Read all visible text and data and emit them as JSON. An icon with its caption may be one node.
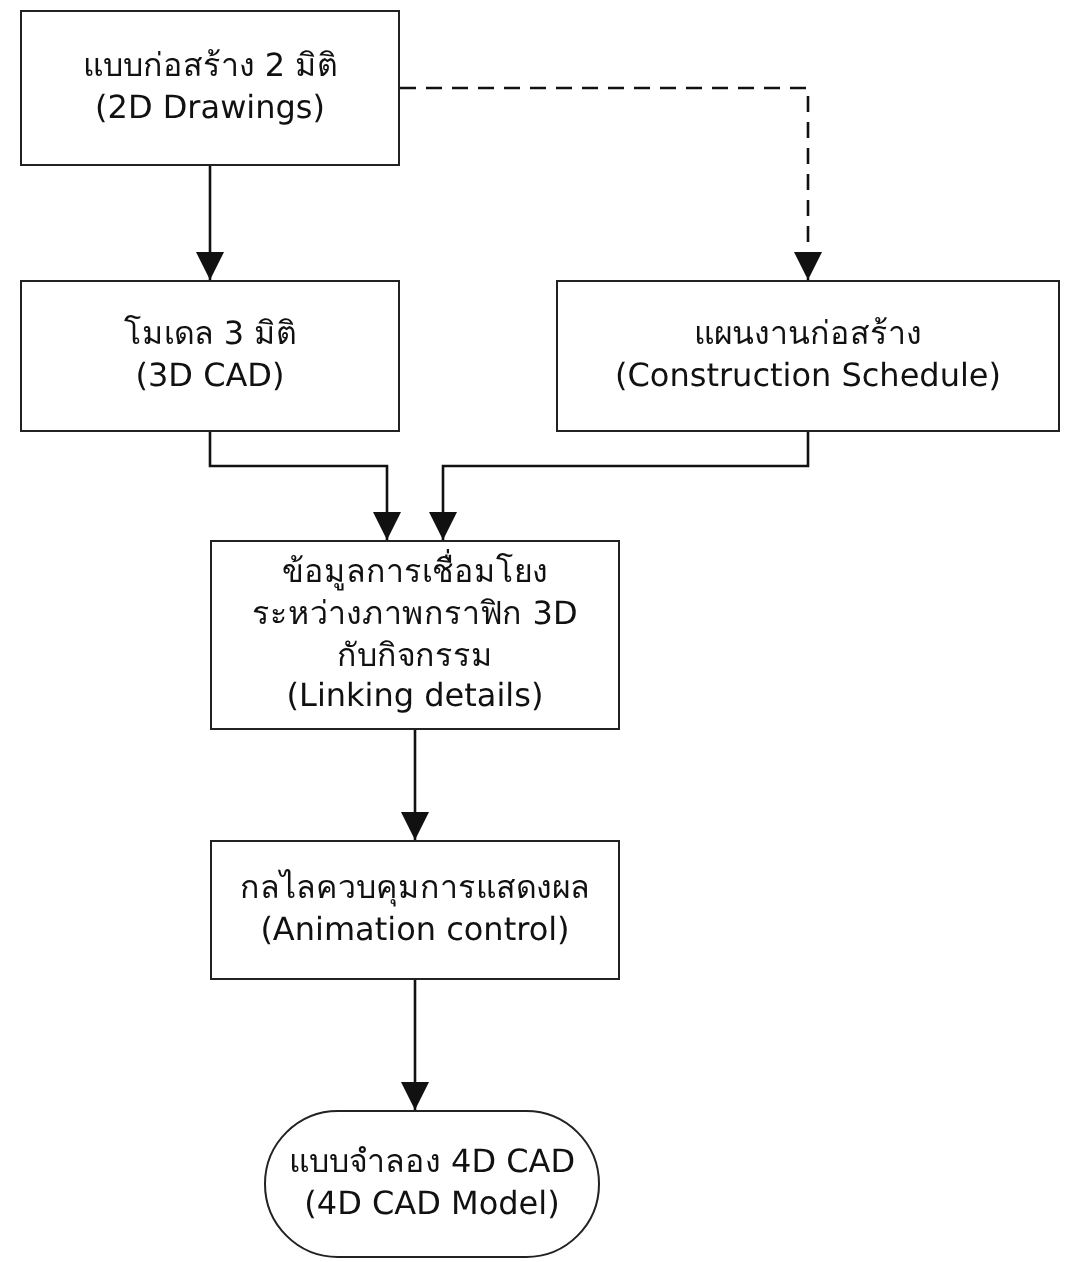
{
  "diagram": {
    "nodes": [
      {
        "text": [
          "แบบก่อสร้าง 2 มิติ",
          "(2D Drawings)"
        ]
      },
      {
        "text": [
          "โมเดล 3 มิติ",
          "(3D CAD)"
        ]
      },
      {
        "text": [
          "แผนงานก่อสร้าง",
          "(Construction Schedule)"
        ]
      },
      {
        "text": [
          "ข้อมูลการเชื่อมโยงระหว่างภาพกราฟิก 3D กับกิจกรรม",
          "(Linking details)"
        ]
      },
      {
        "text": [
          "กลไลควบคุมการแสดงผล",
          "(Animation control)"
        ]
      },
      {
        "text": [
          "แบบจำลอง 4D CAD",
          "(4D CAD Model)"
        ]
      }
    ],
    "edges": [
      {
        "from": 0,
        "to": 1,
        "arrow": "to"
      },
      {
        "from": 0,
        "to": 2,
        "arrow": "to",
        "style": "dashed"
      },
      {
        "from": 1,
        "to": 3,
        "arrow": "to"
      },
      {
        "from": 2,
        "to": 3,
        "arrow": "to"
      },
      {
        "from": 3,
        "to": 4,
        "arrow": "to"
      },
      {
        "from": 4,
        "to": 5,
        "arrow": "to"
      }
    ]
  }
}
